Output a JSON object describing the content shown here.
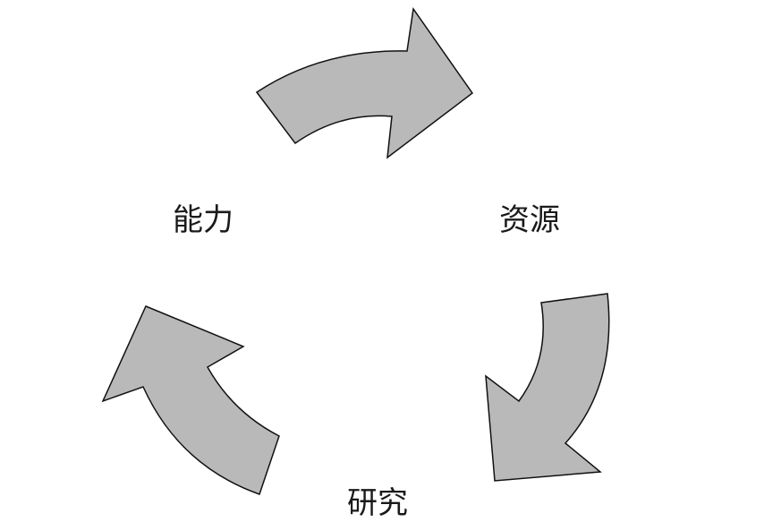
{
  "diagram": {
    "type": "cycle",
    "nodes": [
      "能力",
      "资源",
      "研究"
    ],
    "edges": [
      [
        "能力",
        "资源"
      ],
      [
        "资源",
        "研究"
      ],
      [
        "研究",
        "能力"
      ]
    ],
    "arrow_fill": "#b9b9b9",
    "arrow_stroke": "#111111"
  }
}
